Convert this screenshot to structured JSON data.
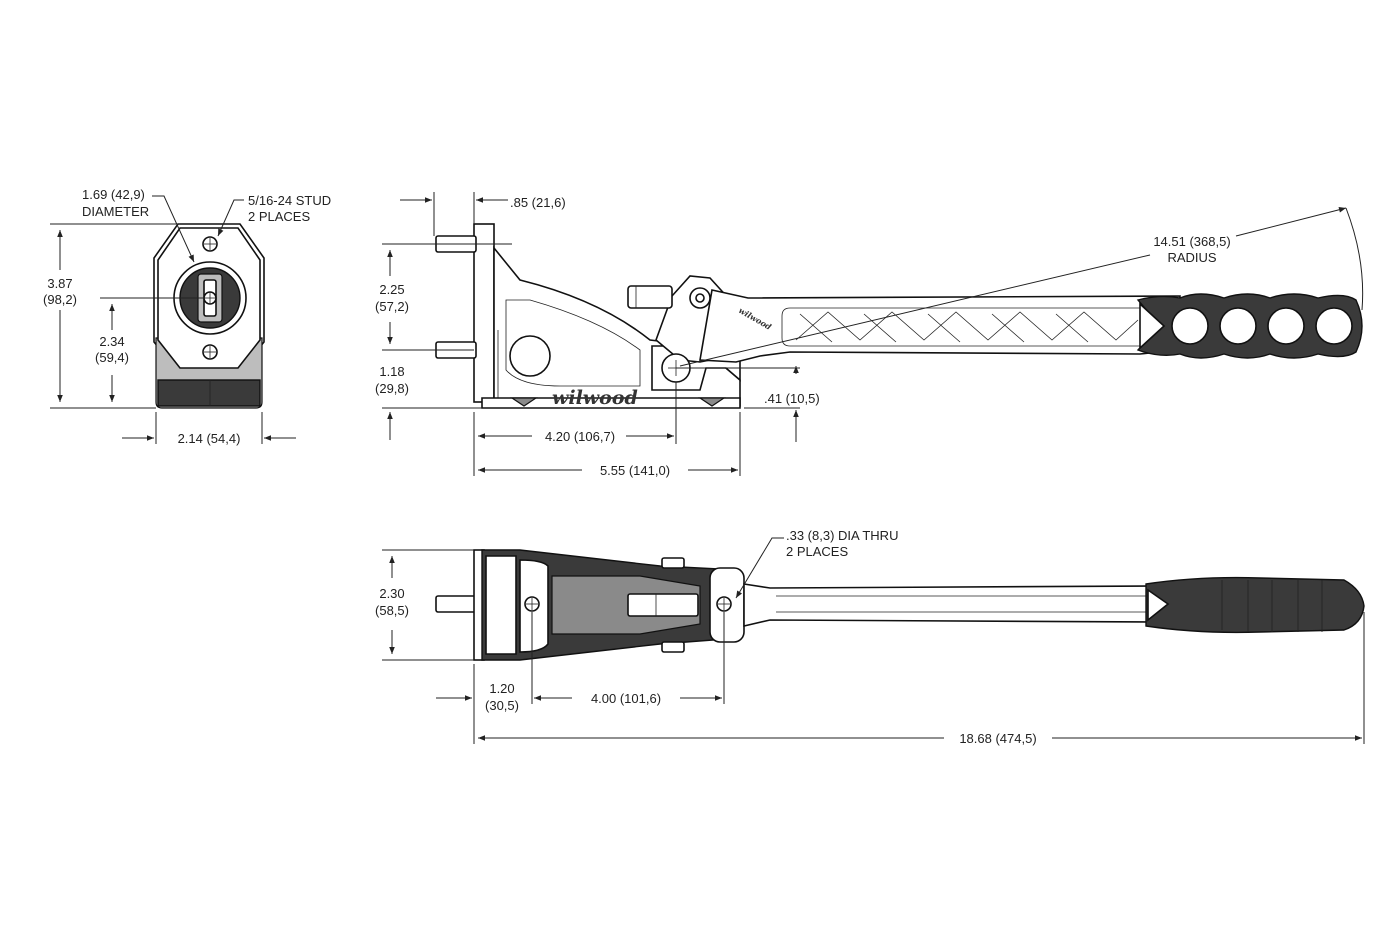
{
  "front_view": {
    "diameter_value": "1.69 (42,9)",
    "diameter_label": "DIAMETER",
    "stud_value": "5/16-24 STUD",
    "stud_places": "2 PLACES",
    "height_in": "3.87",
    "height_mm": "(98,2)",
    "stud_height_in": "2.34",
    "stud_height_mm": "(59,4)",
    "width": "2.14 (54,4)"
  },
  "side_view": {
    "stud_length": ".85 (21,6)",
    "radius_value": "14.51 (368,5)",
    "radius_label": "RADIUS",
    "upper_stud_in": "2.25",
    "upper_stud_mm": "(57,2)",
    "lower_stud_in": "1.18",
    "lower_stud_mm": "(29,8)",
    "pivot_height": ".41 (10,5)",
    "pivot_distance": "4.20 (106,7)",
    "base_length": "5.55 (141,0)",
    "logo": "wilwood"
  },
  "top_view": {
    "hole_value": ".33 (8,3) DIA THRU",
    "hole_places": "2 PLACES",
    "width_in": "2.30",
    "width_mm": "(58,5)",
    "stud_offset_in": "1.20",
    "stud_offset_mm": "(30,5)",
    "hole_spacing": "4.00 (101,6)",
    "overall_length": "18.68 (474,5)"
  }
}
